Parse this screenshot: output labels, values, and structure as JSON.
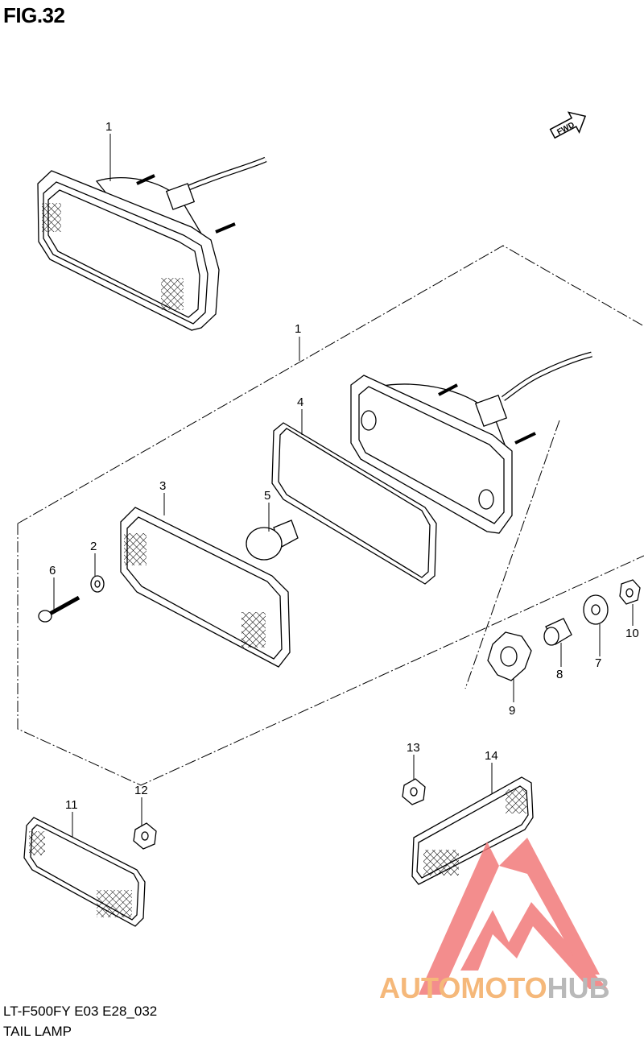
{
  "figure": {
    "title": "FIG.32"
  },
  "direction_marker": {
    "label": "FWD",
    "icon": "forward-arrow-icon"
  },
  "callouts": [
    {
      "id": "c1a",
      "text": "1"
    },
    {
      "id": "c1b",
      "text": "1"
    },
    {
      "id": "c2",
      "text": "2"
    },
    {
      "id": "c3",
      "text": "3"
    },
    {
      "id": "c4",
      "text": "4"
    },
    {
      "id": "c5",
      "text": "5"
    },
    {
      "id": "c6",
      "text": "6"
    },
    {
      "id": "c7",
      "text": "7"
    },
    {
      "id": "c8",
      "text": "8"
    },
    {
      "id": "c9",
      "text": "9"
    },
    {
      "id": "c10",
      "text": "10"
    },
    {
      "id": "c11",
      "text": "11"
    },
    {
      "id": "c12",
      "text": "12"
    },
    {
      "id": "c13",
      "text": "13"
    },
    {
      "id": "c14",
      "text": "14"
    }
  ],
  "footer": {
    "model_code": "LT-F500FY E03 E28_032",
    "section_name": "TAIL LAMP"
  },
  "watermark": {
    "text_part1": "AUTOMOTO",
    "text_part2": "HUB",
    "color_primary": "#f27a7a",
    "color_text": "#f5b87a",
    "color_text_gray": "#b9b9b9"
  }
}
